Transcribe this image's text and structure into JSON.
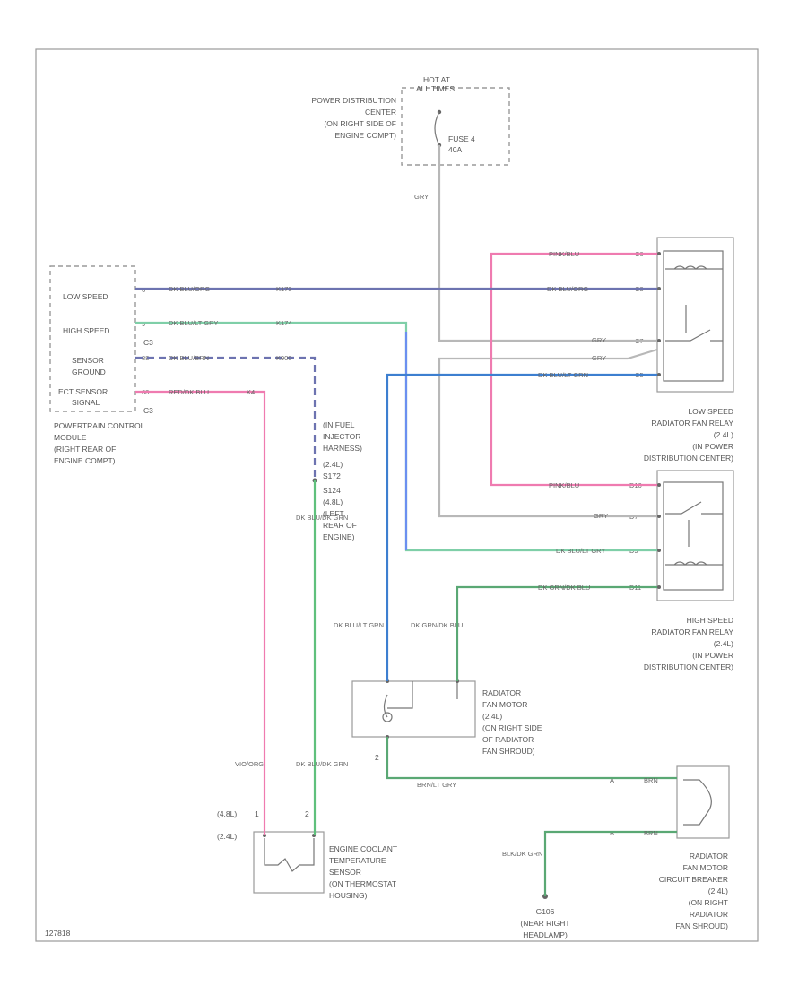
{
  "diagram": {
    "code": "127818",
    "pdc": {
      "lines": [
        "POWER DISTRIBUTION",
        "CENTER",
        "(ON RIGHT SIDE OF",
        "ENGINE COMPT)"
      ],
      "hot_at": [
        "HOT AT",
        "ALL TIMES"
      ],
      "fuse": [
        "FUSE 4",
        "40A"
      ]
    },
    "pcm": {
      "pins": {
        "low_speed": "LOW SPEED",
        "high_speed": "HIGH SPEED",
        "sensor_ground": [
          "SENSOR",
          "GROUND"
        ],
        "ect_sensor": [
          "ECT SENSOR",
          "SIGNAL"
        ]
      },
      "pin_numbers": {
        "p1": "6",
        "p2": "9",
        "p3": "88",
        "p4": "68"
      },
      "connector": "C3",
      "lines": [
        "POWERTRAIN CONTROL",
        "MODULE",
        "(RIGHT REAR OF",
        "ENGINE COMPT)"
      ]
    },
    "low_relay": {
      "lines": [
        "LOW SPEED",
        "RADIATOR FAN RELAY",
        "(2.4L)",
        "(IN POWER",
        "DISTRIBUTION CENTER)"
      ],
      "pins": [
        "C6",
        "C8",
        "C7",
        "C5"
      ]
    },
    "high_relay": {
      "lines": [
        "HIGH SPEED",
        "RADIATOR FAN RELAY",
        "(2.4L)",
        "(IN POWER",
        "DISTRIBUTION CENTER)"
      ],
      "pins": [
        "D10",
        "D7",
        "D9",
        "D11"
      ]
    },
    "fan_motor": {
      "lines": [
        "RADIATOR",
        "FAN MOTOR",
        "(2.4L)",
        "(ON RIGHT SIDE",
        "OF RADIATOR",
        "FAN SHROUD)"
      ],
      "pin_bottom": "2"
    },
    "circuit_breaker": {
      "lines": [
        "RADIATOR",
        "FAN MOTOR",
        "CIRCUIT BREAKER",
        "(2.4L)",
        "(ON RIGHT",
        "RADIATOR",
        "FAN SHROUD)"
      ],
      "pins": [
        "A",
        "B"
      ]
    },
    "ect_sensor": {
      "lines": [
        "ENGINE COOLANT",
        "TEMPERATURE",
        "SENSOR",
        "(ON THERMOSTAT",
        "HOUSING)"
      ],
      "pins": [
        "1",
        "2"
      ],
      "variants": [
        "(4.8L)",
        "(2.4L)"
      ]
    },
    "fuel_injector_harness": [
      "(IN FUEL",
      "INJECTOR",
      "HARNESS)",
      "(2.4L)",
      "S172",
      "S124",
      "(4.8L)",
      "(LEFT",
      "REAR OF",
      "ENGINE)"
    ],
    "ground": [
      "G106",
      "(NEAR RIGHT",
      "HEADLAMP)"
    ],
    "wires": {
      "grey": "GRY",
      "pink_blue": "PINK/BLU",
      "dk_blu_org": "DK BLU/ORG",
      "dk_blu_lt_grn": "DK BLU/LT GRN",
      "dk_blu_lt_gry": "DK BLU/LT GRY",
      "dk_blu_brn": "DK BLU/BRN",
      "dk_blu_lt_gry_b": "DK BLU/LT GRY",
      "dk_grn_blu": "DK GRN/DK BLU",
      "dk_blu_dk_grn": "DK BLU/DK GRN",
      "vio_org": "VIO/ORG",
      "brn_gry": "BRN/LT GRY",
      "blk_dk_grn": "BLK/DK GRN",
      "red": "RED/DK BLU",
      "cb_a": "BRN",
      "cb_b": "BRN"
    },
    "splice_codes": [
      "K173",
      "K174",
      "K900",
      "K4"
    ]
  }
}
